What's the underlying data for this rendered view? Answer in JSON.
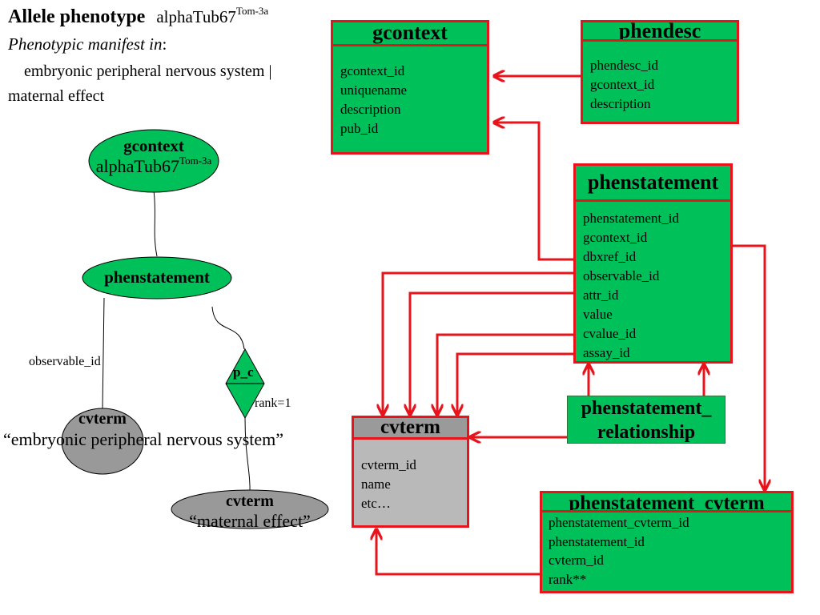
{
  "header": {
    "title": "Allele phenotype",
    "allele_base": "alphaTub67",
    "allele_sup": "Tom-3a",
    "manifest": "Phenotypic manifest in",
    "manifest_colon": ":",
    "description": "embryonic peripheral nervous system | maternal effect"
  },
  "graph": {
    "gcontext": {
      "title": "gcontext",
      "allele_base": "alphaTub67",
      "allele_sup": "Tom-3a"
    },
    "phenstatement": {
      "title": "phenstatement"
    },
    "observable_label": "observable_id",
    "pc_label": "p_c",
    "rank_label": "rank=1",
    "cvterm1": {
      "title": "cvterm",
      "value": "“embryonic peripheral nervous system”"
    },
    "cvterm2": {
      "title": "cvterm",
      "value": "“maternal effect”"
    }
  },
  "tables": {
    "gcontext": {
      "title": "gcontext",
      "fields": [
        "gcontext_id",
        "uniquename",
        "description",
        "pub_id"
      ]
    },
    "phendesc": {
      "title": "phendesc",
      "fields": [
        "phendesc_id",
        "gcontext_id",
        "description"
      ]
    },
    "phenstatement": {
      "title": "phenstatement",
      "fields": [
        "phenstatement_id",
        "gcontext_id",
        "dbxref_id",
        "observable_id",
        "attr_id",
        "value",
        "cvalue_id",
        "assay_id"
      ]
    },
    "cvterm": {
      "title": "cvterm",
      "fields": [
        "cvterm_id",
        "name",
        "etc…"
      ]
    },
    "phenstatement_relationship": {
      "title_line1": "phenstatement_",
      "title_line2": "relationship"
    },
    "phenstatement_cvterm": {
      "title": "phenstatement_cvterm",
      "fields": [
        "phenstatement_cvterm_id",
        "phenstatement_id",
        "cvterm_id",
        "rank**"
      ]
    }
  },
  "colors": {
    "table_fill": "#00c05a",
    "cvterm_fill": "#b9b9b9",
    "border": "#e8141b",
    "ellipse_green": "#00c05a",
    "ellipse_gray": "#999999"
  }
}
